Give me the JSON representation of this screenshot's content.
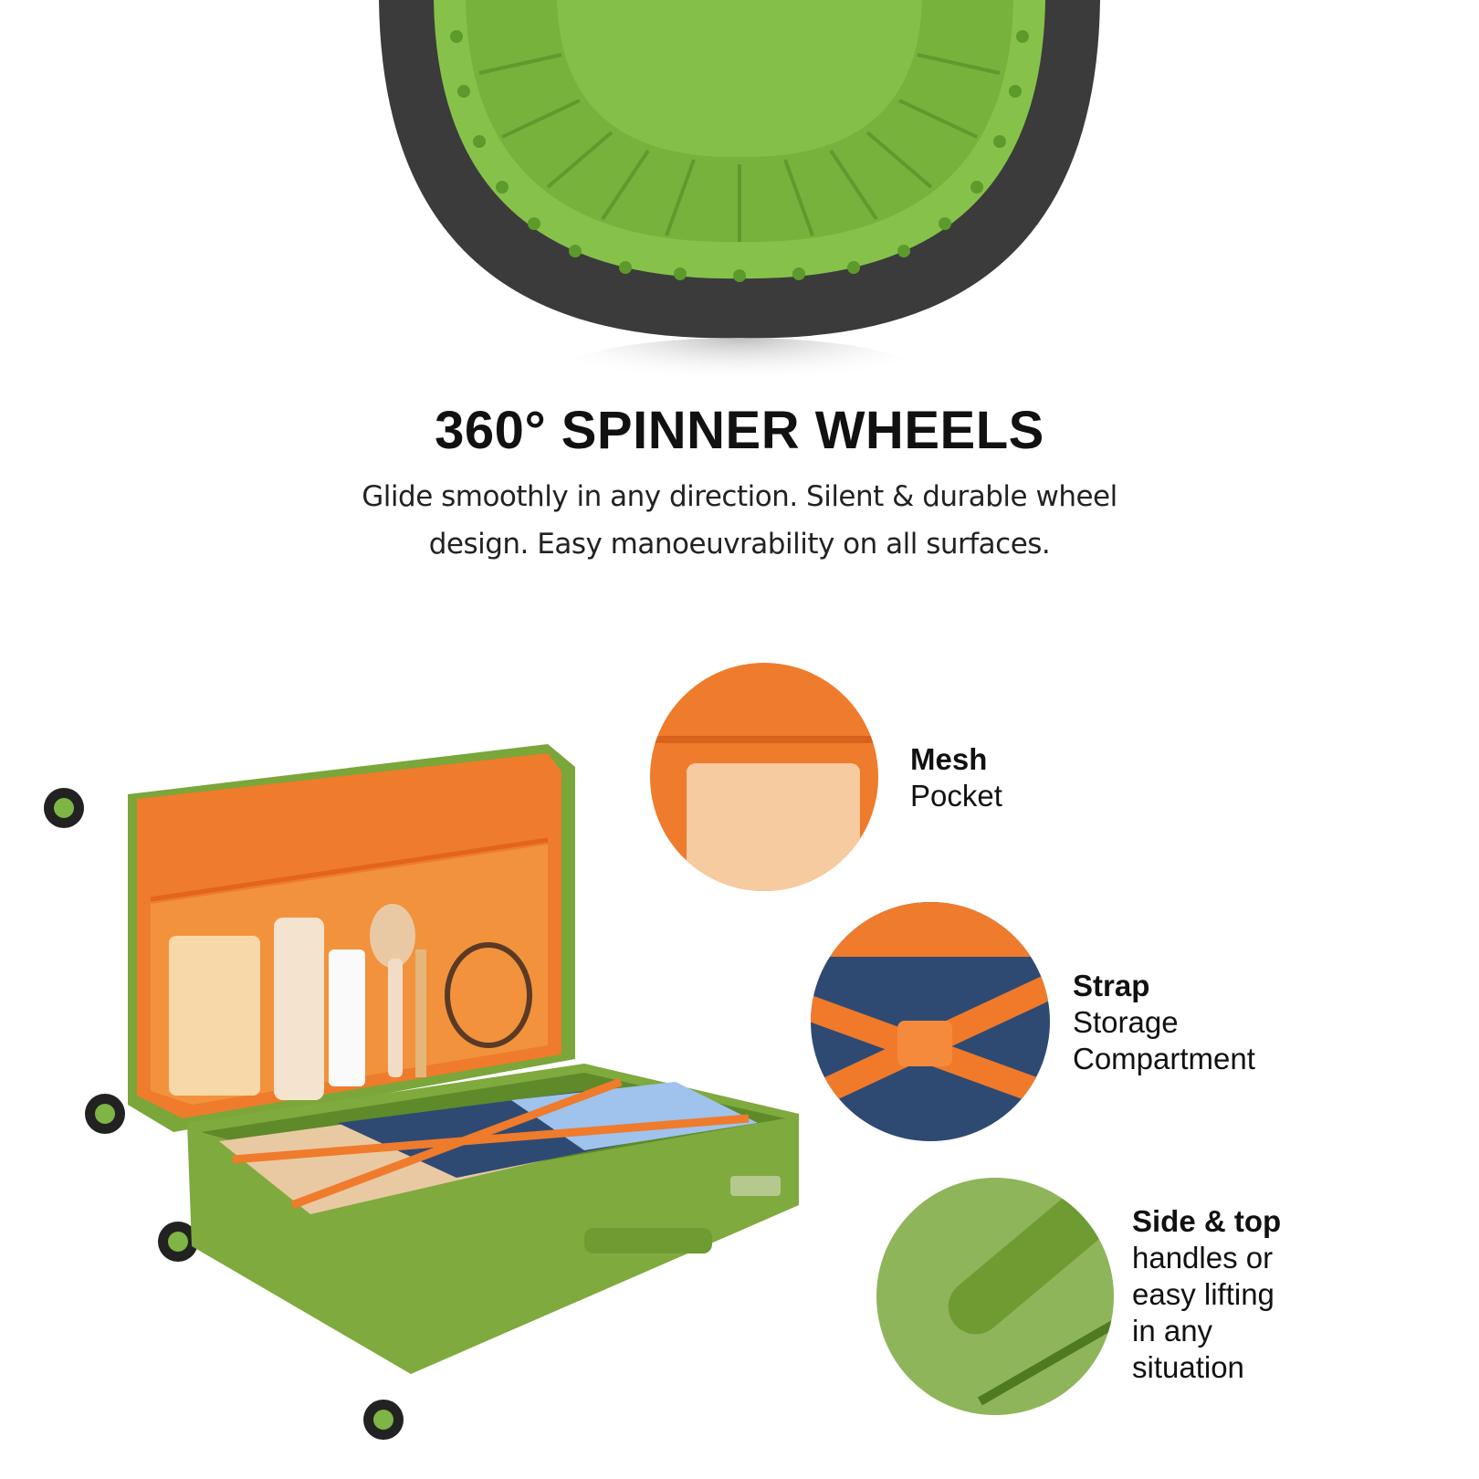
{
  "hero": {
    "title": "360° SPINNER WHEELS",
    "subtitle_line1": "Glide smoothly in any direction. Silent & durable wheel",
    "subtitle_line2": "design. Easy manoeuvrability on all surfaces."
  },
  "features": [
    {
      "title": "Mesh",
      "desc_lines": [
        "Pocket"
      ]
    },
    {
      "title": "Strap",
      "desc_lines": [
        "Storage",
        "Compartment"
      ]
    },
    {
      "title": "Side & top",
      "desc_lines": [
        "handles or",
        "easy lifting",
        "in any",
        "situation"
      ]
    }
  ],
  "colors": {
    "wheel_green": "#7cb342",
    "wheel_rubber": "#3a3a3a",
    "shell_green": "#7faa3e",
    "lining_orange": "#f07a2a"
  }
}
